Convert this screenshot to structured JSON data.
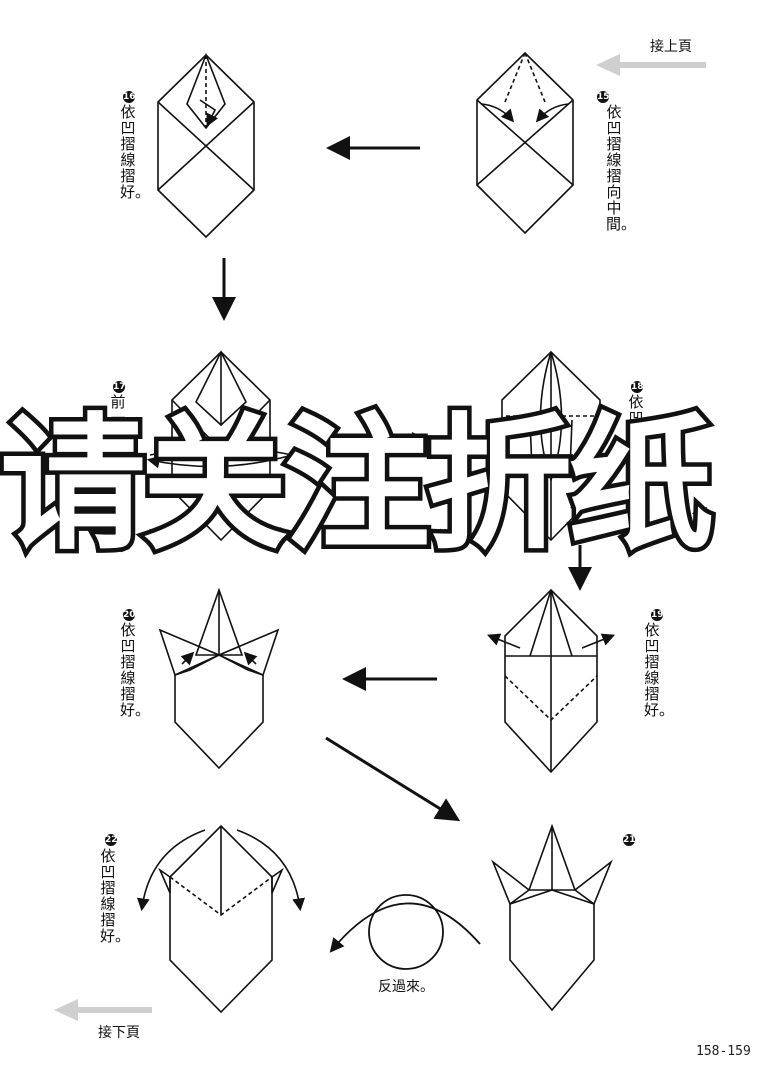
{
  "header": {
    "prev_page_label": "接上頁"
  },
  "footer": {
    "next_page_label": "接下頁",
    "page_range": "158-159"
  },
  "watermark": {
    "text": "请关注折纸"
  },
  "steps": [
    {
      "num": "15",
      "instruction": "依凹摺線摺向中間。"
    },
    {
      "num": "16",
      "instruction": "依凹摺線摺好。"
    },
    {
      "num": "17",
      "instruction": "前一片各翻過去。"
    },
    {
      "num": "18",
      "instruction": "依凹摺線向下摺。"
    },
    {
      "num": "19",
      "instruction": "依凹摺線摺好。"
    },
    {
      "num": "20",
      "instruction": "依凹摺線摺好。"
    },
    {
      "num": "21",
      "instruction": ""
    },
    {
      "num": "22",
      "instruction": "依凹摺線摺好。"
    }
  ],
  "turn_over_label": "反過來。"
}
